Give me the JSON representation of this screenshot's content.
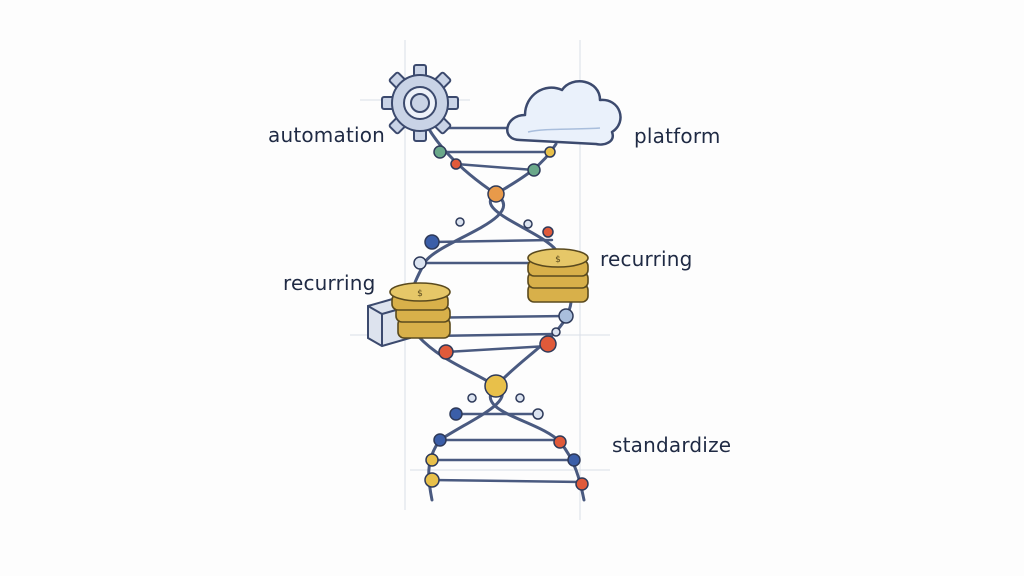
{
  "labels": {
    "automation": "automation",
    "platform": "platform",
    "recurring_left": "recurring",
    "recurring_right": "recurring",
    "standardize": "standardize"
  },
  "icons": {
    "gear": "gear-icon",
    "cloud": "cloud-icon",
    "coins": "coin-stack-icon",
    "box": "box-icon"
  },
  "colors": {
    "ink": "#1f2a44",
    "strand": "#4a5a80",
    "node_blue": "#3b5ea8",
    "node_red": "#e05a3a",
    "node_orange": "#e89a4a",
    "node_yellow": "#e8c04a",
    "node_green": "#6aa88a",
    "coin_gold": "#d8b04a"
  }
}
